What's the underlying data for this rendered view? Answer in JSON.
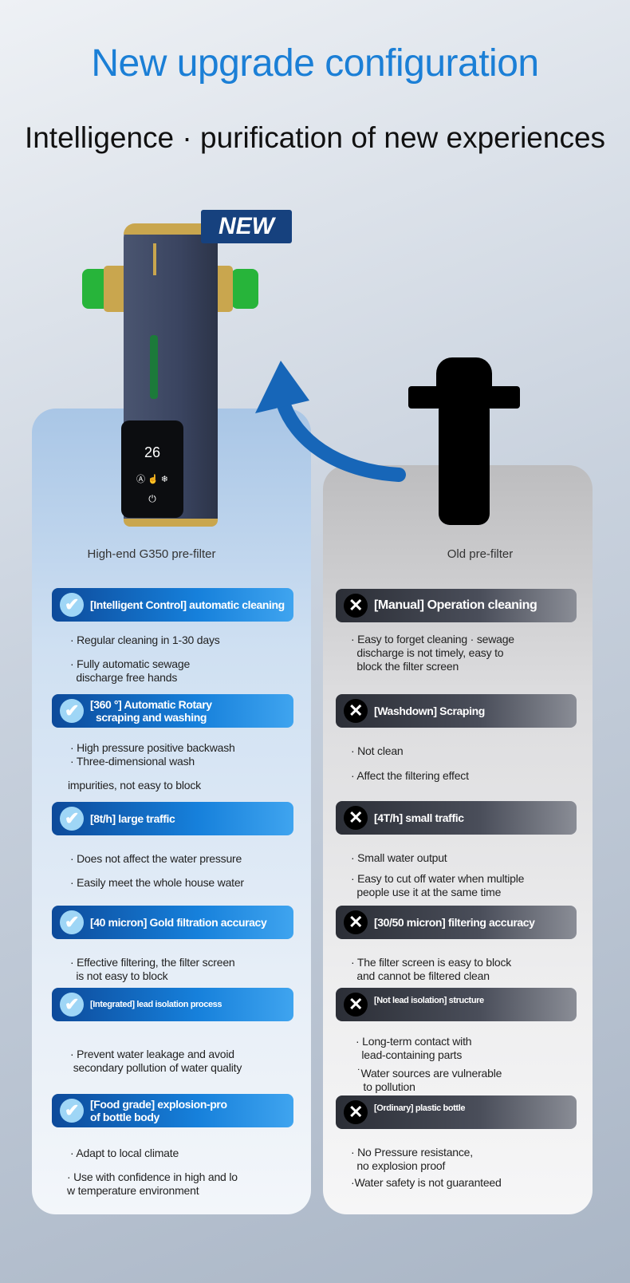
{
  "header": {
    "title": "New upgrade configuration",
    "subtitle": "Intelligence · purification of new experiences"
  },
  "badge": "NEW",
  "device_display": {
    "temperature": "26"
  },
  "new_product": {
    "label": "High-end G350 pre-filter",
    "features": [
      {
        "title": "[Intelligent Control] automatic cleaning",
        "points": [
          "· Regular cleaning in 1-30 days",
          "· Fully automatic sewage\n  discharge free hands"
        ]
      },
      {
        "title": "[360 °] Automatic Rotary\n  scraping and washing",
        "points": [
          "· High pressure positive backwash\n· Three-dimensional wash",
          "impurities, not easy to block"
        ]
      },
      {
        "title": "[8t/h] large traffic",
        "points": [
          "· Does not affect the water pressure",
          "· Easily meet the whole house water"
        ]
      },
      {
        "title": "[40 micron] Gold filtration accuracy",
        "points": [
          "· Effective filtering, the filter screen\n  is not easy to block"
        ]
      },
      {
        "title": "[Integrated] lead isolation process",
        "points": [
          "· Prevent water leakage and avoid\n secondary pollution of water quality"
        ]
      },
      {
        "title": "[Food grade] explosion-pro\nof bottle body",
        "points": [
          "· Adapt to local climate",
          "· Use with confidence in high and lo\nw temperature environment"
        ]
      }
    ]
  },
  "old_product": {
    "label": "Old pre-filter",
    "features": [
      {
        "title": "[Manual] Operation cleaning",
        "points": [
          "· Easy to forget cleaning · sewage\n  discharge is not timely, easy to\n  block the filter screen"
        ]
      },
      {
        "title": "[Washdown] Scraping",
        "points": [
          "· Not clean",
          "· Affect the filtering effect"
        ]
      },
      {
        "title": "[4T/h] small traffic",
        "points": [
          "· Small water output",
          "· Easy to cut off water when multiple\n  people use it at the same time"
        ]
      },
      {
        "title": "[30/50 micron] filtering accuracy",
        "points": [
          "· The filter screen is easy to block\n  and cannot be filtered clean"
        ]
      },
      {
        "title": "[Not lead isolation] structure",
        "points": [
          "· Long-term contact with\n  lead-containing parts",
          "˙Water sources are vulnerable\n  to pollution"
        ]
      },
      {
        "title": "[Ordinary] plastic bottle",
        "points": [
          "· No Pressure resistance,\n  no explosion proof",
          "·Water safety is not guaranteed"
        ]
      }
    ]
  }
}
